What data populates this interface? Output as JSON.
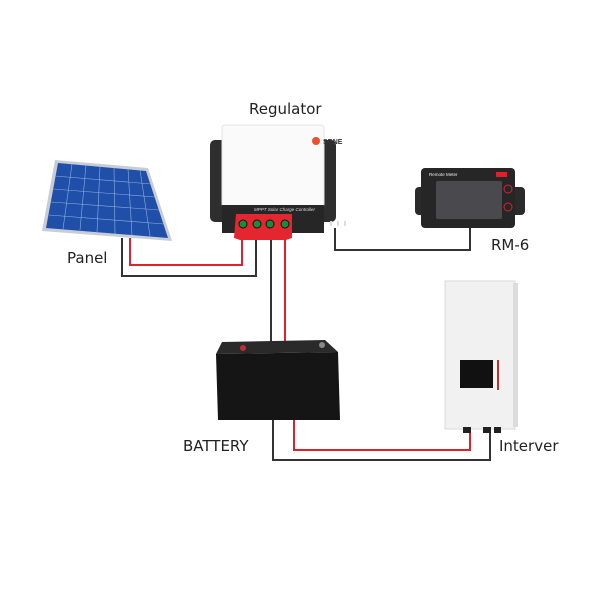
{
  "labels": {
    "regulator": "Regulator",
    "panel": "Panel",
    "rm6": "RM-6",
    "battery": "BATTERY",
    "inverter": "Interver"
  },
  "devices": {
    "regulator_brand": "SRNE",
    "regulator_caption": "MPPT Solar Charge Controller",
    "meter_title": "Remote Meter"
  },
  "colors": {
    "positive_wire": "#e0202a",
    "negative_wire": "#333333",
    "panel_blue": "#1f4fa8",
    "device_dark": "#2a2a2a"
  }
}
